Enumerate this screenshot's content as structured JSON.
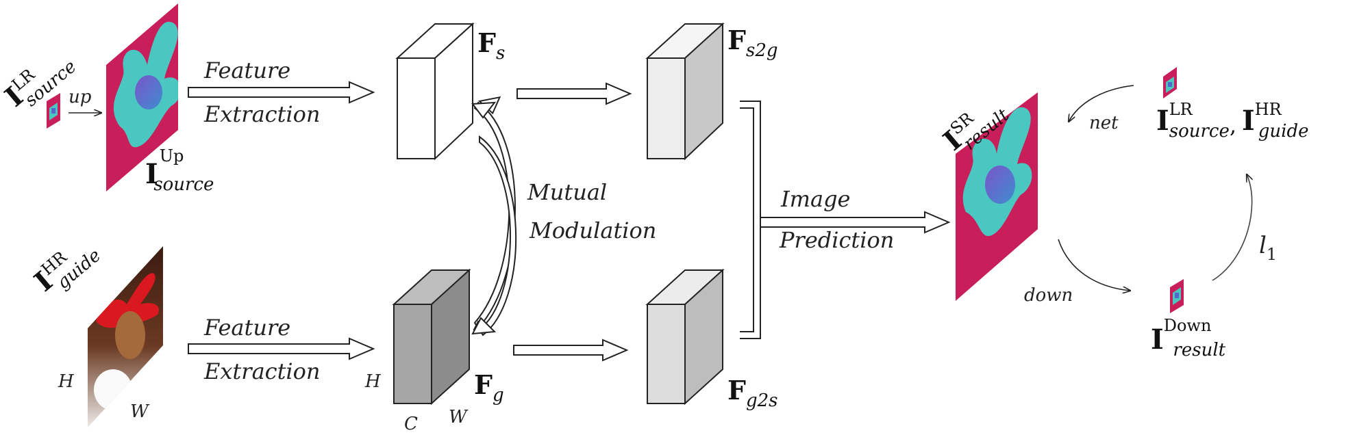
{
  "stages": {
    "feature_extraction_top": [
      "Feature",
      "Extraction"
    ],
    "feature_extraction_bottom": [
      "Feature",
      "Extraction"
    ],
    "mutual_modulation": [
      "Mutual",
      "Modulation"
    ],
    "image_prediction": [
      "Image",
      "Prediction"
    ]
  },
  "ops": {
    "up": "up",
    "net": "net",
    "down": "down",
    "loss": "l",
    "loss_sub": "1"
  },
  "dims": {
    "H": "H",
    "W": "W",
    "C": "C"
  },
  "images": {
    "source_lr": {
      "base": "I",
      "sup": "LR",
      "sub": "source"
    },
    "source_up": {
      "base": "I",
      "sup": "Up",
      "sub": "source"
    },
    "guide_hr": {
      "base": "I",
      "sup": "HR",
      "sub": "guide"
    },
    "result_sr": {
      "base": "I",
      "sup": "SR",
      "sub": "result"
    },
    "result_down": {
      "base": "I",
      "sup": "Down",
      "sub": "result"
    },
    "pair": {
      "base1": "I",
      "sup1": "LR",
      "sub1": "source",
      "sep": ",",
      "base2": "I",
      "sup2": "HR",
      "sub2": "guide"
    }
  },
  "features": {
    "Fs": {
      "base": "F",
      "sub": "s"
    },
    "Fg": {
      "base": "F",
      "sub": "g"
    },
    "Fs2g": {
      "base": "F",
      "sub": "s2g"
    },
    "Fg2s": {
      "base": "F",
      "sub": "g2s"
    }
  },
  "colors": {
    "depth_bg": "#c81e5a",
    "depth_cyan": "#4bc7c1",
    "depth_blue": "#5566cc",
    "cube_white": "#ffffff",
    "cube_gray": "#a6a6a6",
    "cube_light": "#f0f0f0",
    "cube_lighter": "#e0e0e0"
  }
}
